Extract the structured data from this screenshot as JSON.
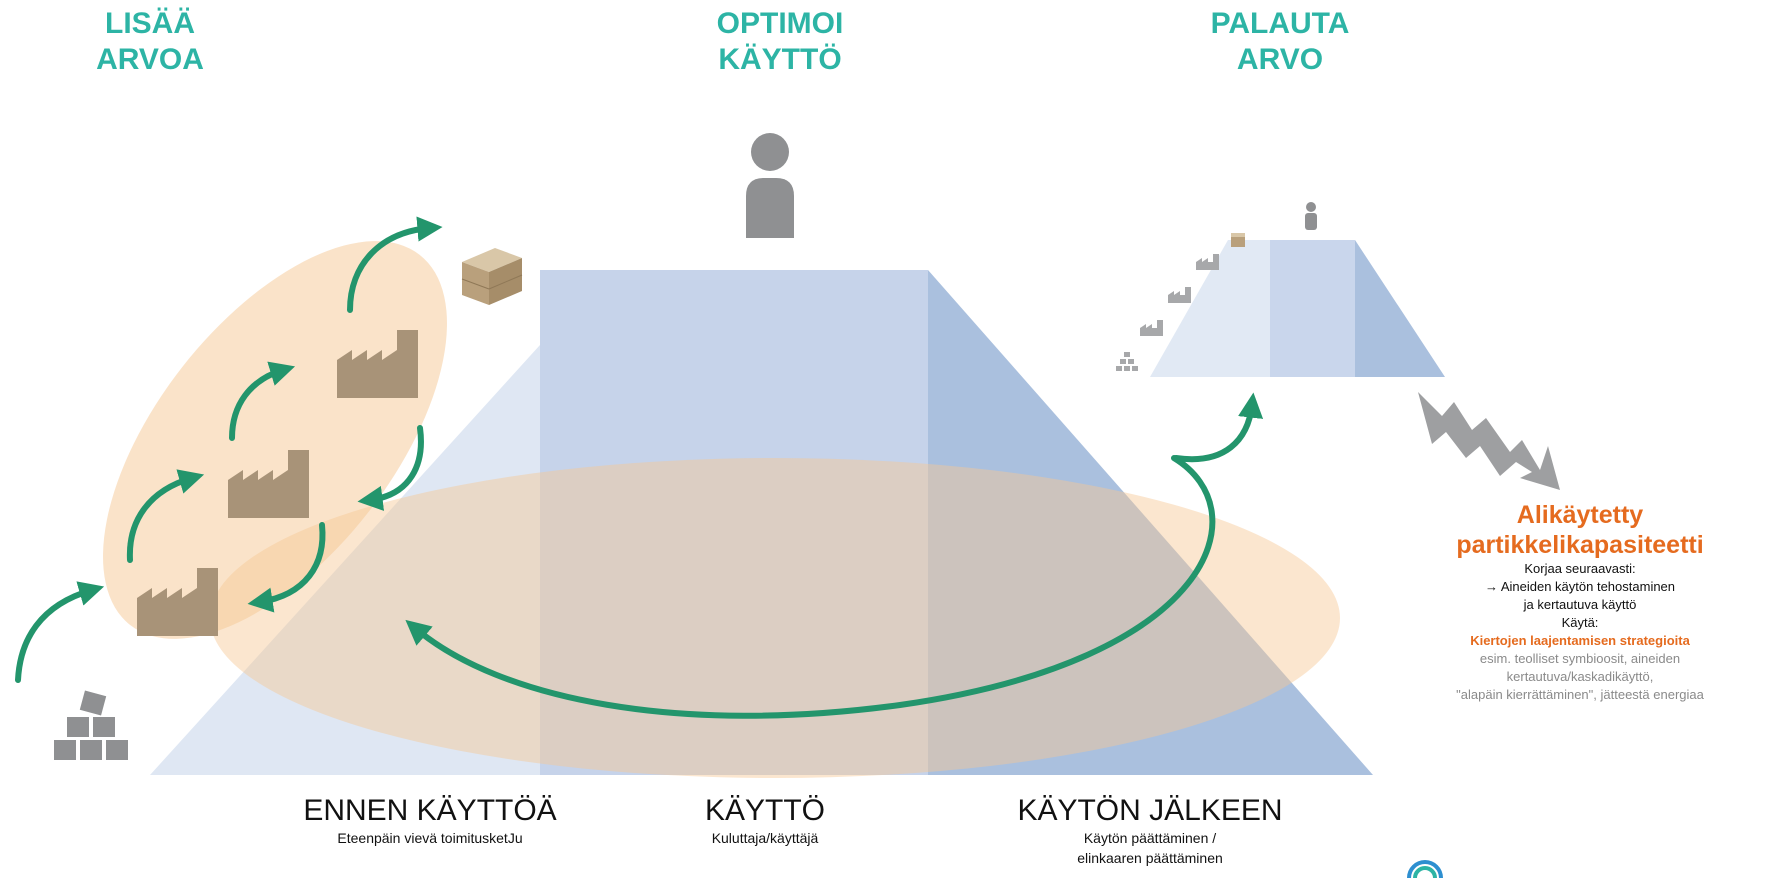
{
  "headings": {
    "add_value": [
      "LISÄÄ",
      "ARVOA"
    ],
    "optimize_use": [
      "OPTIMOI",
      "KÄYTTÖ"
    ],
    "recover_value": [
      "PALAUTA",
      "ARVO"
    ]
  },
  "phases": {
    "before": {
      "title": "ENNEN KÄYTTÖÄ",
      "subtitle": "Eteenpäin vievä toimitusketJu"
    },
    "use": {
      "title": "KÄYTTÖ",
      "subtitle": "Kuluttaja/käyttäjä"
    },
    "after": {
      "title": "KÄYTÖN JÄLKEEN",
      "subtitle_lines": [
        "Käytön päättäminen /",
        "elinkaaren päättäminen"
      ]
    }
  },
  "side_note": {
    "title_lines": [
      "Alikäytetty",
      "partikkelikapasiteetti"
    ],
    "fix_label": "Korjaa seuraavasti:",
    "fix_lines": [
      "→ Aineiden käytön tehostaminen",
      "ja kertautuva käyttö"
    ],
    "use_label": "Käytä:",
    "strategy": "Kiertojen laajentamisen strategioita",
    "examples": [
      "esim. teolliset symbioosit, aineiden",
      "kertautuva/kaskadikäyttö,",
      "\"alapäin kierrättäminen\", jätteestä energiaa"
    ]
  },
  "colors": {
    "teal": "#2db4a5",
    "arrow_green": "#23956c",
    "orange_text": "#e56b1f",
    "peach_ellipse": "#f6c894",
    "pyramid_light": "#dfe7f3",
    "pyramid_mid": "#c6d3ea",
    "pyramid_dark": "#a9c0de",
    "factory_brown": "#a89378",
    "grey_icon": "#8f9092"
  },
  "icons": [
    "person-icon",
    "factory-icon",
    "box-icon",
    "raw-material-blocks-icon",
    "waste-arrow-icon",
    "cycle-arrow-icon"
  ]
}
